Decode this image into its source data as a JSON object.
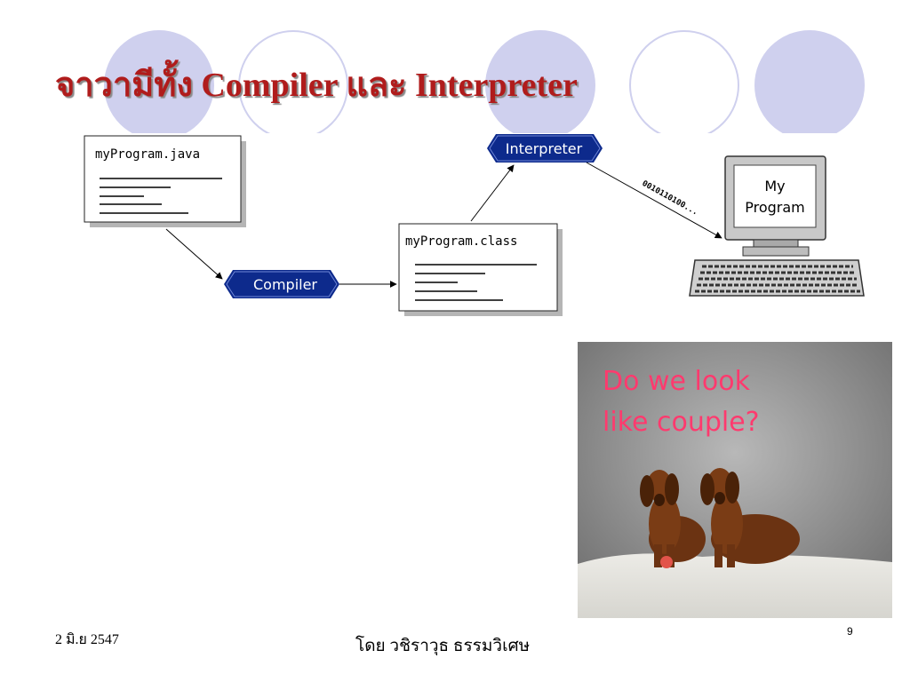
{
  "slide": {
    "title": "จาวามีทั้ง  Compiler และ Interpreter",
    "colors": {
      "title": "#b01c1c",
      "deco_circle": "#cfd0ee",
      "node_fill": "#0d2a8c",
      "photo_caption": "#ff3a6e"
    }
  },
  "diagram": {
    "source_file": "myProgram.java",
    "compiler": "Compiler",
    "class_file": "myProgram.class",
    "interpreter": "Interpreter",
    "bits": "0010110100...",
    "monitor_line1": "My",
    "monitor_line2": "Program",
    "icons": [
      "document-icon",
      "computer-icon"
    ]
  },
  "photo": {
    "caption": "Do we look\nlike couple?"
  },
  "footer": {
    "date": "2 มิ.ย 2547",
    "author": "โดย วชิราวุธ ธรรมวิเศษ",
    "page": "9"
  }
}
